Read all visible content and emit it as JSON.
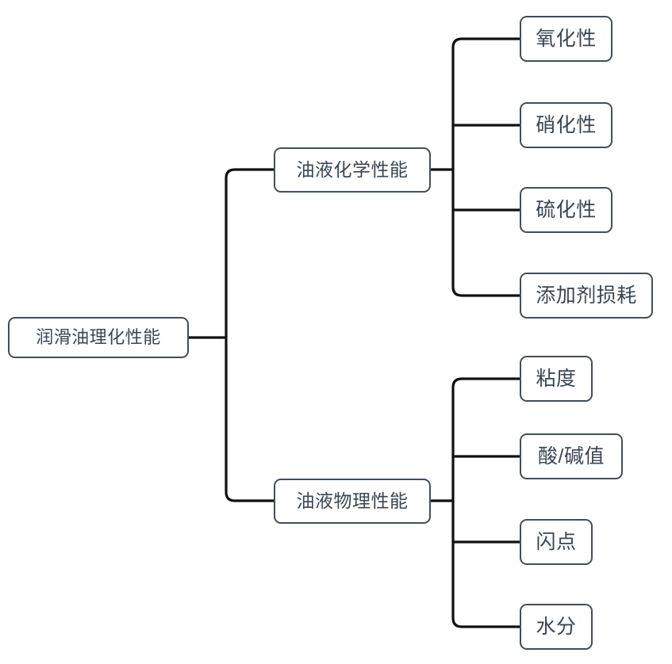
{
  "diagram": {
    "type": "tree",
    "orientation": "left-to-right",
    "title": "",
    "colors": {
      "node_border": "#434e5c",
      "node_fill": "#ffffff",
      "text": "#3a4654",
      "connector": "#111111",
      "background": "#ffffff"
    },
    "root": {
      "id": "root",
      "label": "润滑油理化性能"
    },
    "branches": [
      {
        "id": "chemical",
        "label": "油液化学性能",
        "children": [
          {
            "id": "oxidation",
            "label": "氧化性"
          },
          {
            "id": "nitration",
            "label": "硝化性"
          },
          {
            "id": "sulfation",
            "label": "硫化性"
          },
          {
            "id": "additive-loss",
            "label": "添加剂损耗"
          }
        ]
      },
      {
        "id": "physical",
        "label": "油液物理性能",
        "children": [
          {
            "id": "viscosity",
            "label": "粘度"
          },
          {
            "id": "acid-base-value",
            "label": "酸/碱值"
          },
          {
            "id": "flash-point",
            "label": "闪点"
          },
          {
            "id": "water-content",
            "label": "水分"
          }
        ]
      }
    ]
  }
}
